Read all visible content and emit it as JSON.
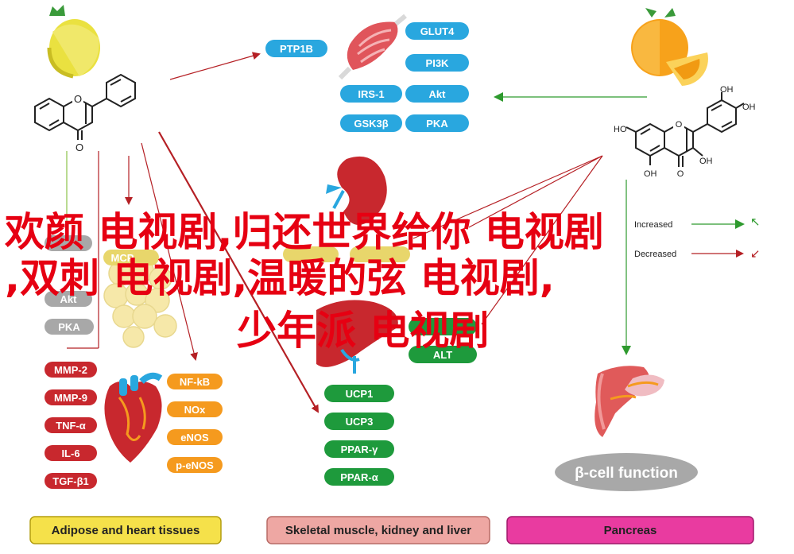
{
  "top_center_pills": [
    "PTP1B",
    "GLUT4",
    "PI3K",
    "IRS-1",
    "Akt",
    "GSK3β",
    "PKA"
  ],
  "left_pills": [
    "PKA"
  ],
  "left_partial_pills": [
    "MCP",
    "Akt"
  ],
  "left_bottom_pills": [
    "MMP-2",
    "MMP-9",
    "TNF-α",
    "IL-6",
    "TGF-β1"
  ],
  "heart_pills": [
    "NF-kB",
    "NOx",
    "eNOS",
    "p-eNOS"
  ],
  "liver_pills": [
    "ALT",
    "UCP1",
    "UCP3",
    "PPAR-γ",
    "PPAR-α"
  ],
  "legend": {
    "increased": "Increased",
    "decreased": "Decreased"
  },
  "cell_function": "β-cell function",
  "bottom_labels": [
    "Adipose and heart tissues",
    "Skeletal muscle, kidney and liver",
    "Pancreas"
  ],
  "structure_labels": {
    "flavone_o_ring": "O",
    "flavone_o_keto": "O",
    "quercetin_oh": [
      "OH",
      "OH",
      "HO",
      "OH",
      "OH"
    ],
    "quercetin_o": [
      "O",
      "O"
    ]
  },
  "overlay_lines": [
    "欢颜 电视剧,归还世界给你 电视剧",
    ",双刺 电视剧,温暖的弦 电视剧,",
    "少年派 电视剧"
  ],
  "colors": {
    "blue_pill": "#29a7df",
    "green_pill": "#1e9a3c",
    "orange_pill": "#f59a1e",
    "red_pill": "#c8282e",
    "gray_pill": "#a8a8a8",
    "yellow_box": "#f5e14a",
    "salmon_box": "#eea7a3",
    "magenta_box": "#e93ba0",
    "overlay_text": "#e60012"
  }
}
